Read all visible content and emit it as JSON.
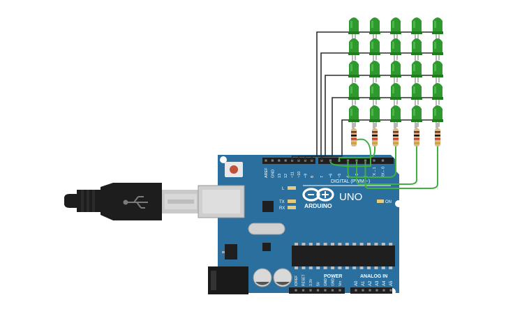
{
  "board": {
    "brand": "ARDUINO",
    "model": "UNO",
    "digital_label": "DIGITAL (PWM ~)",
    "power_label": "POWER",
    "analog_label": "ANALOG IN",
    "on_label": "ON",
    "led_labels": [
      "L",
      "TX",
      "RX"
    ],
    "top_header_labels": [
      "AREF",
      "GND",
      "13",
      "12",
      "~11",
      "~10",
      "~9",
      "8",
      "7",
      "~6",
      "~5",
      "4",
      "~3",
      "2",
      "TX→1",
      "RX←0"
    ],
    "power_pins": [
      "IOREF",
      "RESET",
      "3.3V",
      "5V",
      "GND",
      "GND",
      "Vin"
    ],
    "analog_pins": [
      "A0",
      "A1",
      "A2",
      "A3",
      "A4",
      "A5"
    ]
  },
  "matrix": {
    "rows": 5,
    "cols": 5,
    "led_color": "#2e9a2e",
    "resistors": 5
  },
  "colors": {
    "board": "#2a6f9e",
    "header": "#1f1f1f",
    "wire_dark": "#2b2b2b",
    "wire_green": "#41b041",
    "usb": "#1d1d1d"
  }
}
